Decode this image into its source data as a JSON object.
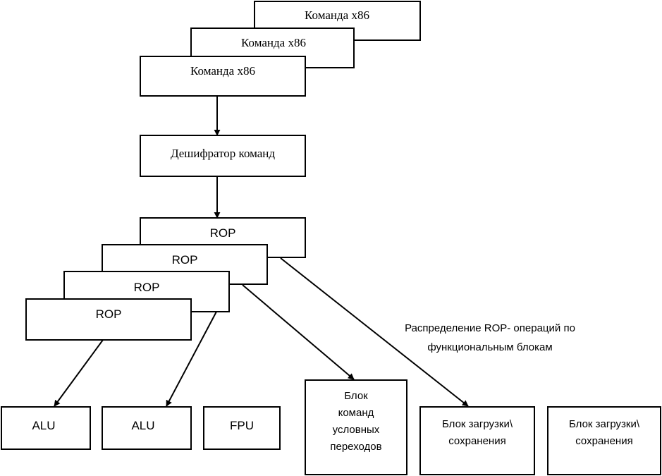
{
  "instructions": [
    "Команда x86",
    "Команда x86",
    "Команда x86"
  ],
  "decoder": "Дешифратор команд",
  "rops": [
    "ROP",
    "ROP",
    "ROP",
    "ROP"
  ],
  "distribution_label": [
    "Распределение ROP- операций по",
    "функциональным блокам"
  ],
  "units": {
    "alu1": "ALU",
    "alu2": "ALU",
    "fpu": "FPU",
    "branch": [
      "Блок",
      "команд",
      "условных",
      "переходов"
    ],
    "loadstore1": [
      "Блок загрузки\\",
      "сохранения"
    ],
    "loadstore2": [
      "Блок загрузки\\",
      "сохранения"
    ]
  }
}
